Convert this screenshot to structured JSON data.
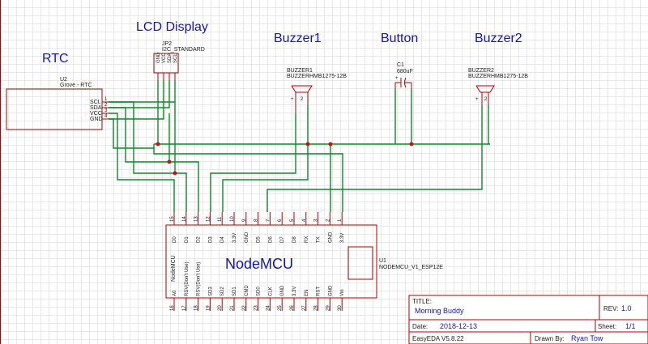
{
  "labels": {
    "rtc": "RTC",
    "lcd_display": "LCD Display",
    "buzzer1": "Buzzer1",
    "button": "Button",
    "buzzer2": "Buzzer2",
    "nodemcu": "NodeMCU"
  },
  "rtc": {
    "ref": "U2",
    "value": "Grove - RTC",
    "pin_names": [
      "SCL",
      "SDA",
      "VCC",
      "GND"
    ],
    "pin_numbers": [
      "1",
      "2",
      "3",
      "4"
    ]
  },
  "lcd": {
    "ref": "JP2",
    "value": "I2C_STANDARD",
    "pin_names": [
      "GND",
      "VCC",
      "SDA",
      "SCL"
    ]
  },
  "buzzer1": {
    "ref": "BUZZER1",
    "value": "BUZZERHMB1275-12B",
    "plus": "+",
    "pin2": "2"
  },
  "buzzer2": {
    "ref": "BUZZER2",
    "value": "BUZZERHMB1275-12B",
    "plus": "+",
    "pin2": "2"
  },
  "capacitor": {
    "ref": "C1",
    "value": "680uF",
    "plus": "+"
  },
  "nodemcu": {
    "ref": "U1",
    "value": "NODEMCU_V1_ESP12E",
    "top_pin_numbers": [
      "15",
      "14",
      "13",
      "12",
      "11",
      "10",
      "9",
      "8",
      "7",
      "6",
      "5",
      "4",
      "3",
      "2",
      "1"
    ],
    "top_pin_names": [
      "D0",
      "D1",
      "D2",
      "D3",
      "D4",
      "3.3V",
      "GND",
      "D5",
      "D6",
      "D7",
      "D8",
      "RX",
      "TX",
      "GND",
      "3.3V"
    ],
    "bottom_pin_numbers": [
      "16",
      "17",
      "18",
      "19",
      "20",
      "21",
      "22",
      "23",
      "24",
      "25",
      "26",
      "27",
      "28",
      "29",
      "30"
    ],
    "bottom_pin_names": [
      "A0",
      "RSV(Don't Use)",
      "RSV(Don't Use)",
      "SD3",
      "SD2",
      "SD1",
      "CMD",
      "SD0",
      "CLK",
      "GND",
      "3.3V",
      "EN",
      "RST",
      "GND",
      "Vin"
    ]
  },
  "title_block": {
    "title_label": "TITLE:",
    "title_value": "Morning Buddy",
    "rev_label": "REV:",
    "rev_value": "1.0",
    "date_label": "Date:",
    "date_value": "2018-12-13",
    "sheet_label": "Sheet:",
    "sheet_value": "1/1",
    "tool_value": "EasyEDA V5.8.22",
    "drawn_label": "Drawn By:",
    "drawn_value": "Ryan Tow"
  },
  "colors": {
    "wire": "#0f8a2a",
    "component": "#b00000",
    "section_label": "#1515b8"
  }
}
